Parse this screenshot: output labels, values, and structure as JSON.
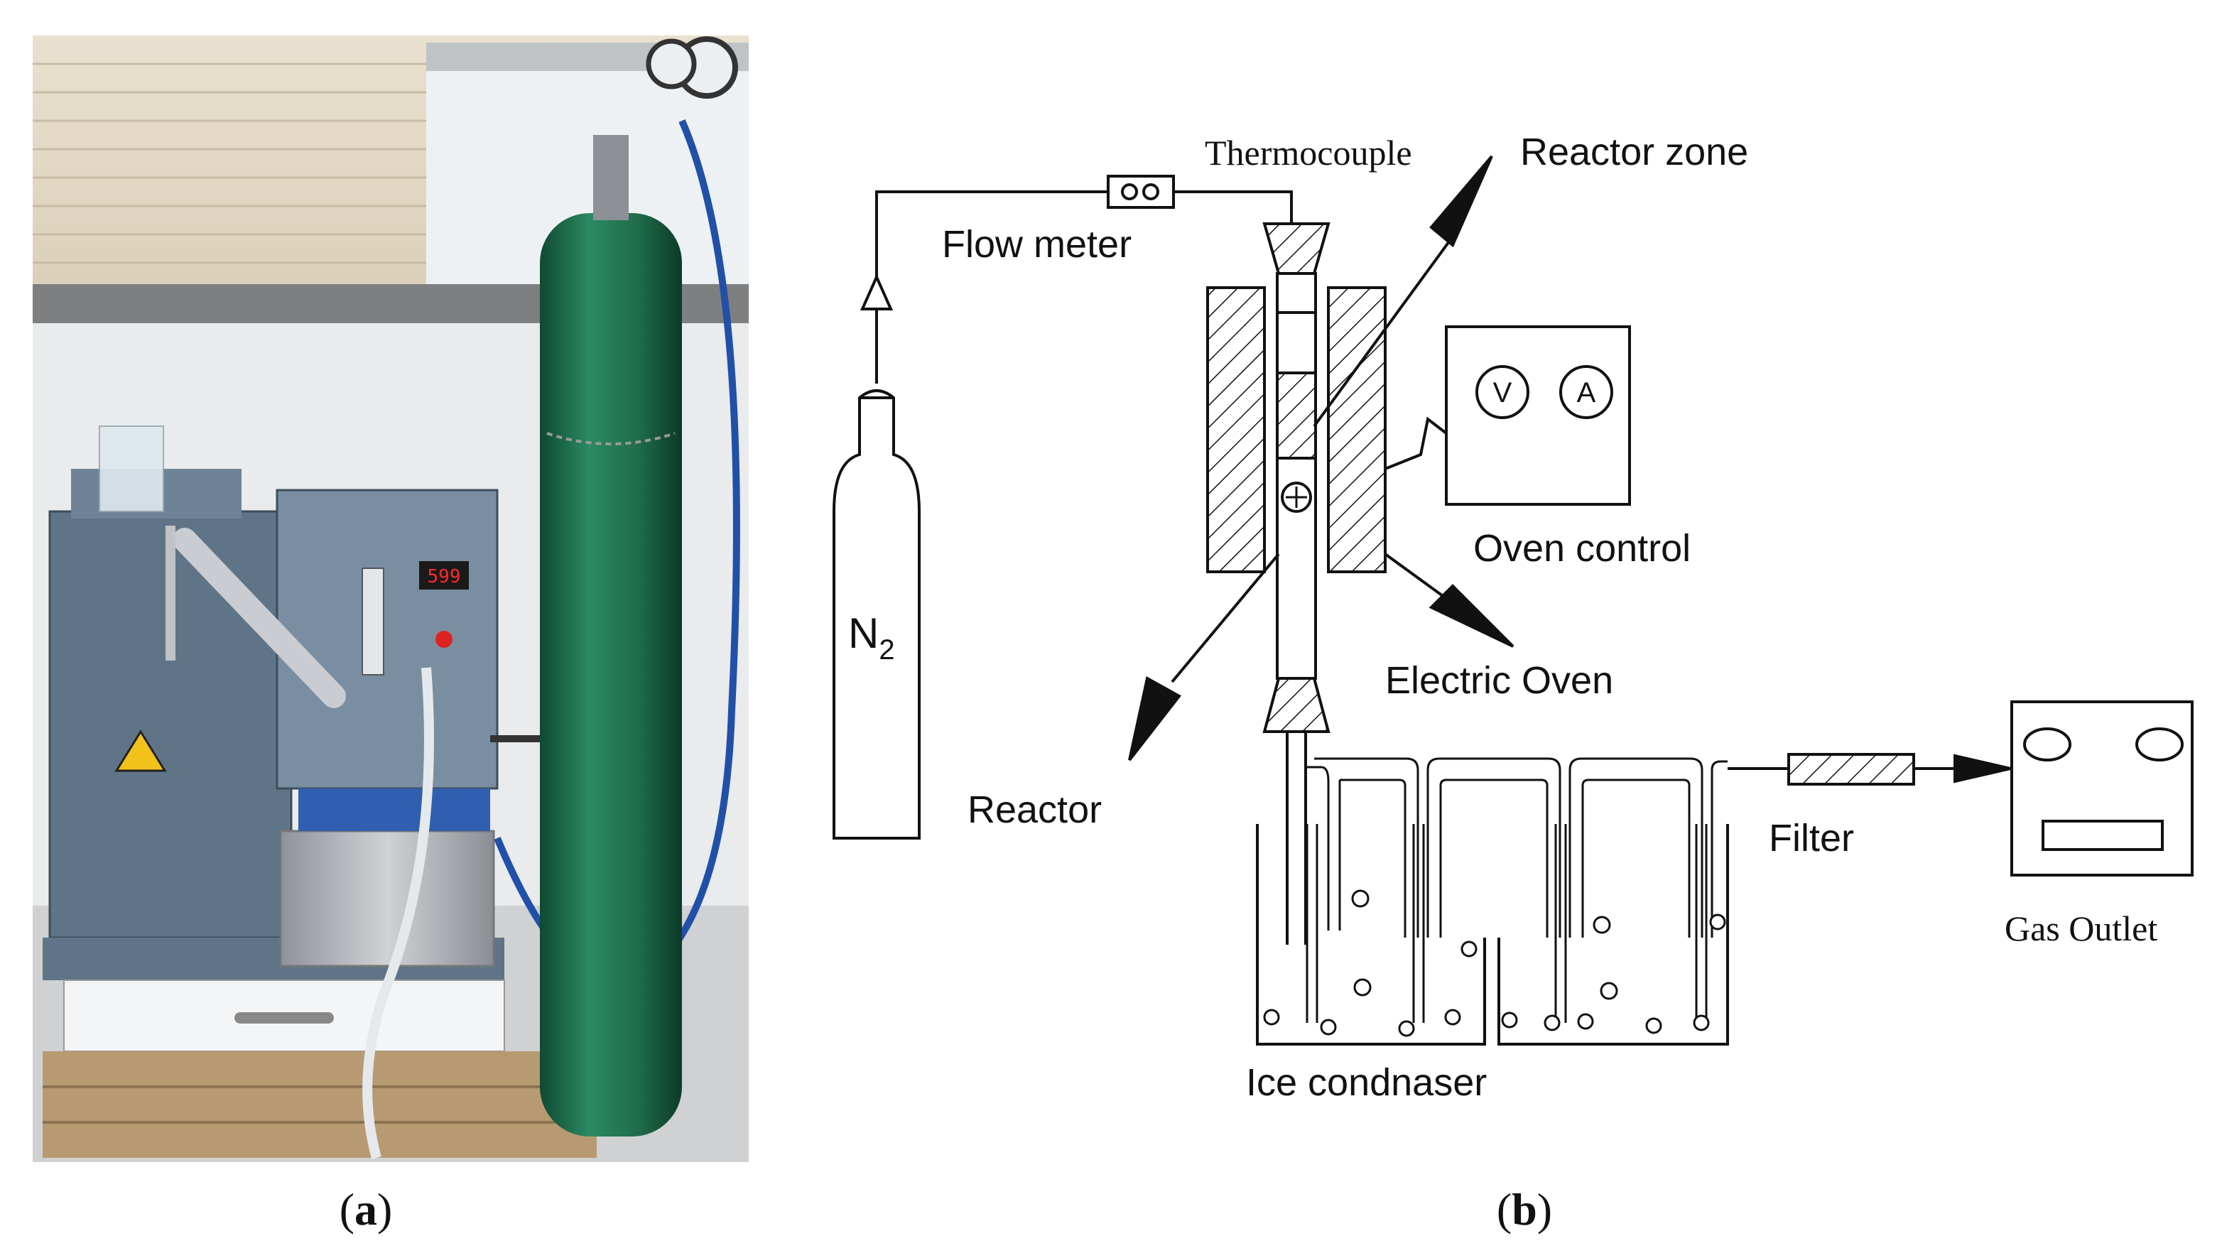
{
  "panel_a": {
    "caption_open": "(",
    "caption_letter": "a",
    "caption_close": ")",
    "display_reading": "599"
  },
  "panel_b": {
    "caption_open": "(",
    "caption_letter": "b",
    "caption_close": ")",
    "labels": {
      "thermocouple": "Thermocouple",
      "reactor_zone": "Reactor zone",
      "flow_meter": "Flow meter",
      "oven_control": "Oven control",
      "electric_oven": "Electric Oven",
      "reactor": "Reactor",
      "filter": "Filter",
      "gas_outlet": "Gas Outlet",
      "ice_condenser": "Ice condnaser",
      "cylinder_n": "N",
      "cylinder_sub": "2",
      "voltmeter": "V",
      "ammeter": "A"
    }
  },
  "colors": {
    "cylinder_green": "#1f6b4a",
    "furnace_blue": "#5f7487",
    "bath_steel": "#a9adb1",
    "pallet_wood": "#b89a72",
    "line": "#111111"
  }
}
